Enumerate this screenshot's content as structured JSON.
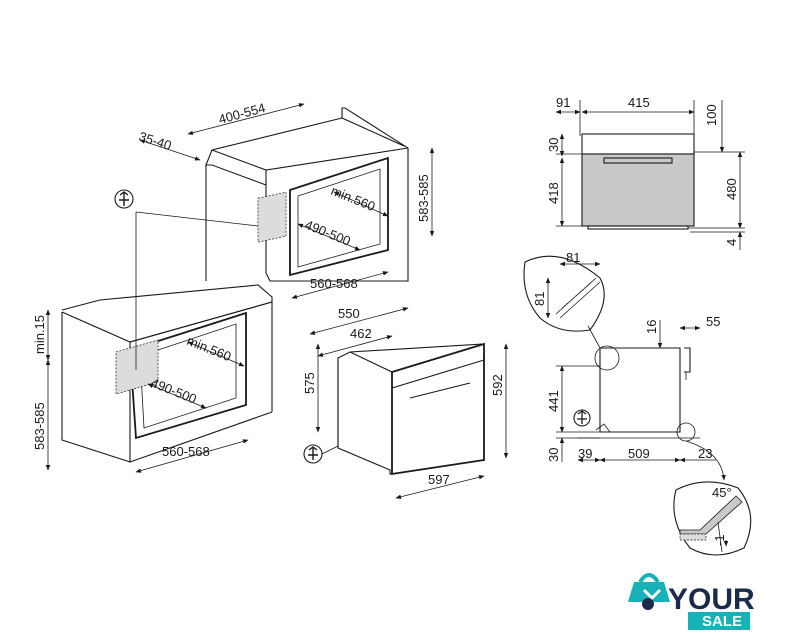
{
  "dimensions": {
    "top_depth": "400-554",
    "top_offset": "35-40",
    "col_height": "583-585",
    "col_min_depth": "min.560",
    "col_height_range": "490-500",
    "col_width": "560-568",
    "base_min": "min.15",
    "base_height": "583-585",
    "base_min_depth": "min.560",
    "base_height_range": "490-500",
    "base_width": "560-568",
    "oven_depth": "550",
    "oven_inner_depth": "462",
    "oven_left_height": "575",
    "oven_right_height": "592",
    "oven_width": "597",
    "tv_91": "91",
    "tv_415": "415",
    "tv_100": "100",
    "tv_30_top": "30",
    "tv_418": "418",
    "tv_480": "480",
    "tv_4": "4",
    "detail_81_h": "81",
    "detail_81_v": "81",
    "side_16": "16",
    "side_55": "55",
    "side_441": "441",
    "side_30": "30",
    "side_39": "39",
    "side_509": "509",
    "side_23": "23",
    "angle": "45°",
    "gap": "-1"
  },
  "logo": {
    "line1": "YOUR",
    "line2": "SALE",
    "colors": {
      "teal": "#17b2b8",
      "navy": "#1b2a4a"
    }
  },
  "icons": [
    "power-plug-icon",
    "shopping-bag-icon"
  ]
}
